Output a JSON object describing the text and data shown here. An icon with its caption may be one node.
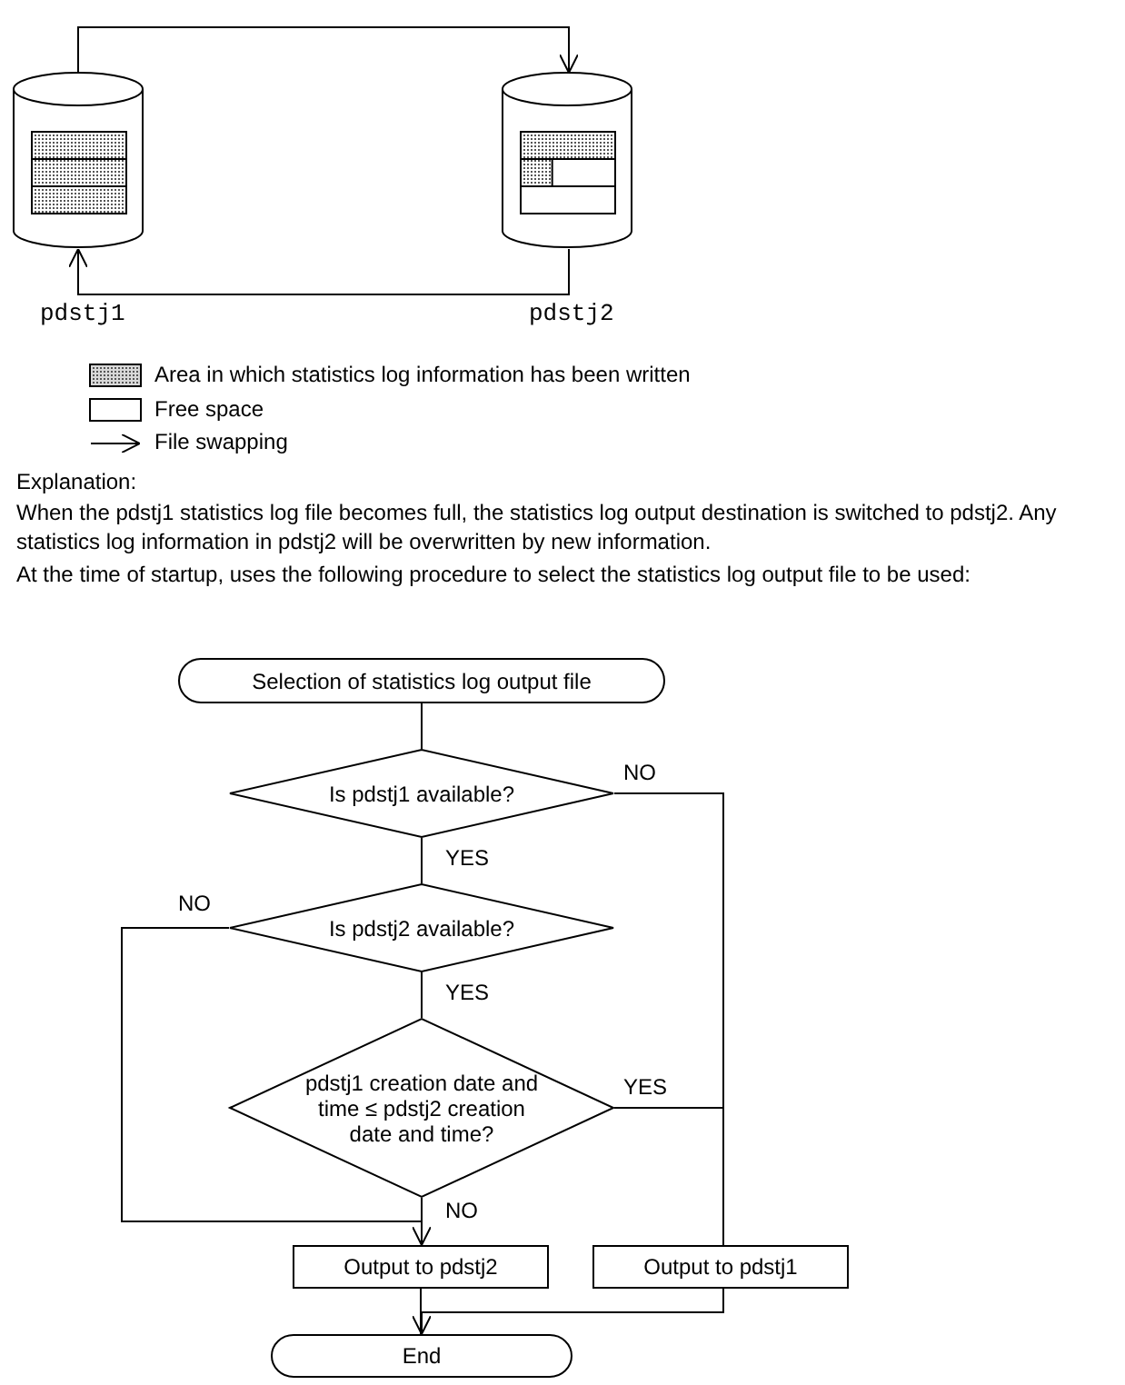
{
  "diagram": {
    "nodes": [
      {
        "text": [],
        "shape": "cylinder",
        "beside": [
          "pdstj1"
        ]
      },
      {
        "text": [],
        "shape": "cylinder",
        "beside": [
          "pdstj2"
        ]
      },
      {
        "text": [
          "Selection of statistics log output file"
        ]
      },
      {
        "text": [
          "Is pdstj1 available?"
        ]
      },
      {
        "text": [
          "Is pdstj2 available?"
        ]
      },
      {
        "text": [
          "pdstj1 creation date and time ≤ pdstj2 creation date and time?"
        ]
      },
      {
        "text": [
          "Output to pdstj2"
        ]
      },
      {
        "text": [
          "Output to pdstj1"
        ]
      },
      {
        "text": [
          "End"
        ]
      }
    ],
    "edges": [
      {
        "from": 0,
        "to": 1,
        "arrow": "to"
      },
      {
        "from": 1,
        "to": 0,
        "arrow": "to"
      },
      {
        "from": 2,
        "to": 3,
        "arrow": "none"
      },
      {
        "from": 3,
        "to": 4,
        "arrow": "none",
        "label": "YES"
      },
      {
        "from": 3,
        "to": 7,
        "arrow": "none",
        "label": "NO"
      },
      {
        "from": 4,
        "to": 5,
        "arrow": "none",
        "label": "YES"
      },
      {
        "from": 4,
        "to": 6,
        "arrow": "to",
        "label": "NO"
      },
      {
        "from": 5,
        "to": 6,
        "arrow": "none",
        "label": "NO"
      },
      {
        "from": 5,
        "to": 7,
        "arrow": "none",
        "label": "YES"
      },
      {
        "from": 6,
        "to": 8,
        "arrow": "none"
      },
      {
        "from": 7,
        "to": 8,
        "arrow": "to"
      }
    ],
    "labels": [
      "Explanation:",
      "When the pdstj1 statistics log file becomes full, the statistics log output destination is switched to pdstj2.  Any statistics log information in pdstj2 will be overwritten by new information.",
      "At the time of startup, uses the following procedure to select the statistics log output file to be used:"
    ],
    "legend": [
      {
        "text": "Area in which statistics log information has been written",
        "color": "#d8d8d8"
      },
      {
        "text": "Free space",
        "color": "#ffffff"
      },
      {
        "text": "File swapping"
      }
    ]
  }
}
